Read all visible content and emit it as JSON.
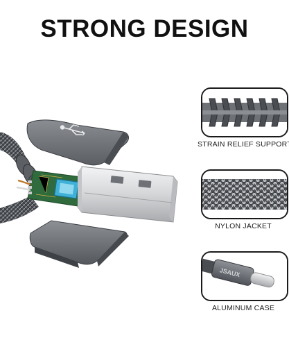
{
  "headline": "STRONG DESIGN",
  "product": {
    "brand_mark": "JSAUX"
  },
  "features": [
    {
      "caption": "STRAIN RELIEF SUPPORT",
      "icon": "strain-relief-icon"
    },
    {
      "caption": "NYLON JACKET",
      "icon": "braided-nylon-icon"
    },
    {
      "caption": "ALUMINUM CASE",
      "icon": "usb-c-connector-icon"
    }
  ],
  "colors": {
    "metal_gray": "#6e7176",
    "metal_dark": "#3e4146",
    "pcb_green": "#2f6b3c",
    "chip_blue": "#3fb1d8",
    "silver": "#d9dadc",
    "frame": "#1a1a1a"
  }
}
